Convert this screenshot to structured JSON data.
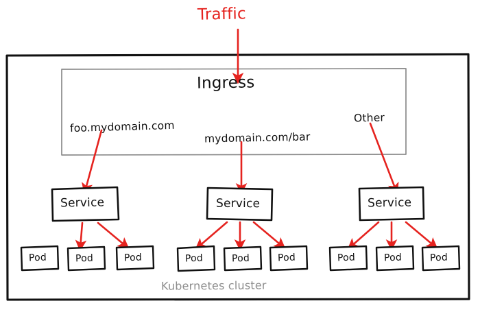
{
  "diagram": {
    "title": "Traffic",
    "title_color": "#e5231f",
    "cluster_caption": "Kubernetes cluster",
    "cluster_caption_color": "#8d8d8d",
    "ingress_label": "Ingress",
    "arrow_color": "#e5231f",
    "box_color": "#111111",
    "ingress_border_color": "#8a8a8a"
  },
  "rules": [
    {
      "label": "foo.mydomain.com"
    },
    {
      "label": "mydomain.com/bar"
    },
    {
      "label": "Other"
    }
  ],
  "services": [
    {
      "label": "Service"
    },
    {
      "label": "Service"
    },
    {
      "label": "Service"
    }
  ],
  "pods": [
    {
      "label": "Pod"
    },
    {
      "label": "Pod"
    },
    {
      "label": "Pod"
    },
    {
      "label": "Pod"
    },
    {
      "label": "Pod"
    },
    {
      "label": "Pod"
    },
    {
      "label": "Pod"
    },
    {
      "label": "Pod"
    },
    {
      "label": "Pod"
    }
  ]
}
